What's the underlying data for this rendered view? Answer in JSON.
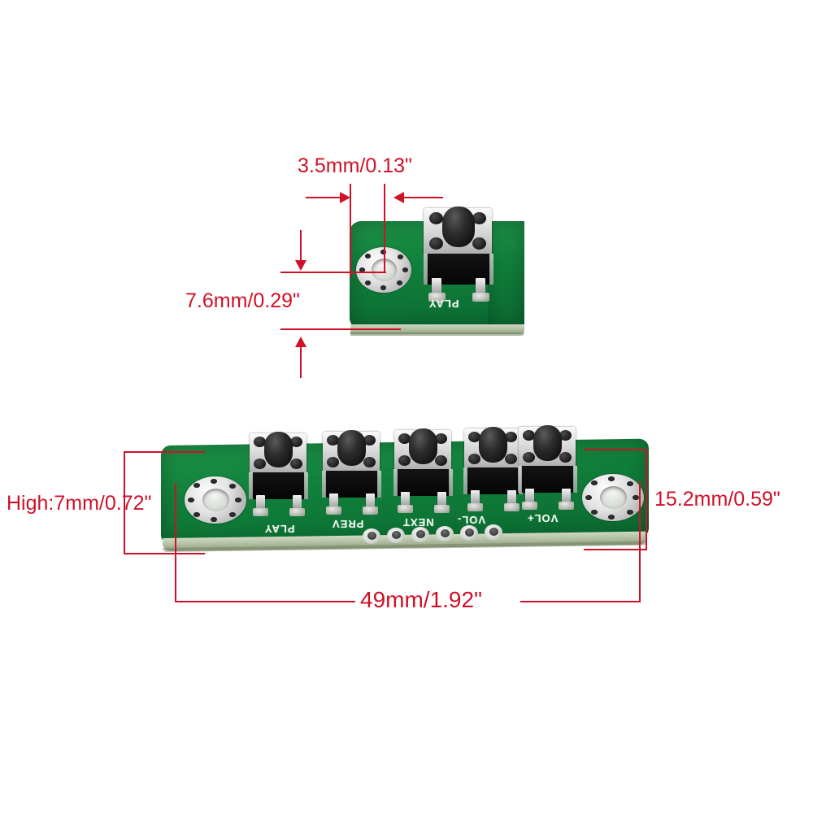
{
  "image": {
    "title": "PCB module dimension diagram",
    "background_color": "#ffffff",
    "annotation_color": "#cf1128",
    "pcb_color": "#12823c"
  },
  "dimensions": {
    "hole_diameter": "3.5mm/0.13\"",
    "hole_edge_offset": "7.6mm/0.29\"",
    "board_thickness": "High:7mm/0.72\"",
    "board_width": "15.2mm/0.59\"",
    "board_length": "49mm/1.92\""
  },
  "detail_view": {
    "caption_top": "3.5mm/0.13\"",
    "caption_left": "7.6mm/0.29\"",
    "silkscreen": "PLAY",
    "buttons": [
      {
        "label": "PLAY"
      }
    ]
  },
  "full_view": {
    "caption_left": "High:7mm/0.72\"",
    "caption_right": "15.2mm/0.59\"",
    "caption_bottom": "49mm/1.92\"",
    "buttons": [
      {
        "label": "PLAY"
      },
      {
        "label": "PREV"
      },
      {
        "label": "NEXT"
      },
      {
        "label": "VOL-"
      },
      {
        "label": "VOL+"
      }
    ],
    "mounting_holes": 2,
    "header_pads": 6
  }
}
